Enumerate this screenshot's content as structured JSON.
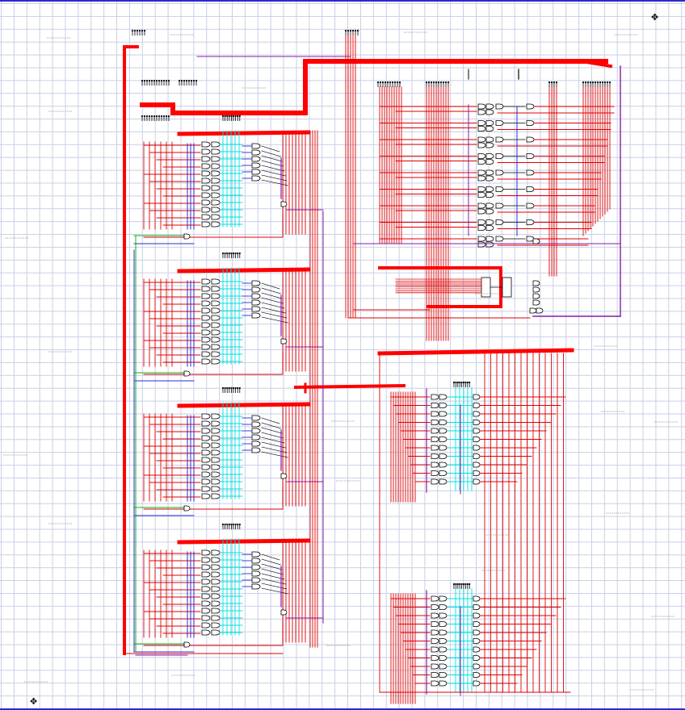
{
  "colors": {
    "grid": "#c9cfe6",
    "bus": "#ff0000",
    "wire_red": "#e00000",
    "wire_blue": "#2b2bd0",
    "wire_cyan": "#00e0e0",
    "wire_green": "#10b010",
    "wire_purple": "#8a1aa8",
    "gate": "#000000"
  },
  "icons": {
    "cursor_top_right": "move-cursor-icon",
    "cursor_bottom_left": "move-cursor-icon"
  },
  "modules": [
    {
      "name": "register-module-1"
    },
    {
      "name": "register-module-2"
    },
    {
      "name": "register-module-3"
    },
    {
      "name": "register-module-4"
    },
    {
      "name": "control-array-top-right"
    },
    {
      "name": "counter-block"
    },
    {
      "name": "decoder-block-1"
    },
    {
      "name": "decoder-block-2"
    }
  ]
}
